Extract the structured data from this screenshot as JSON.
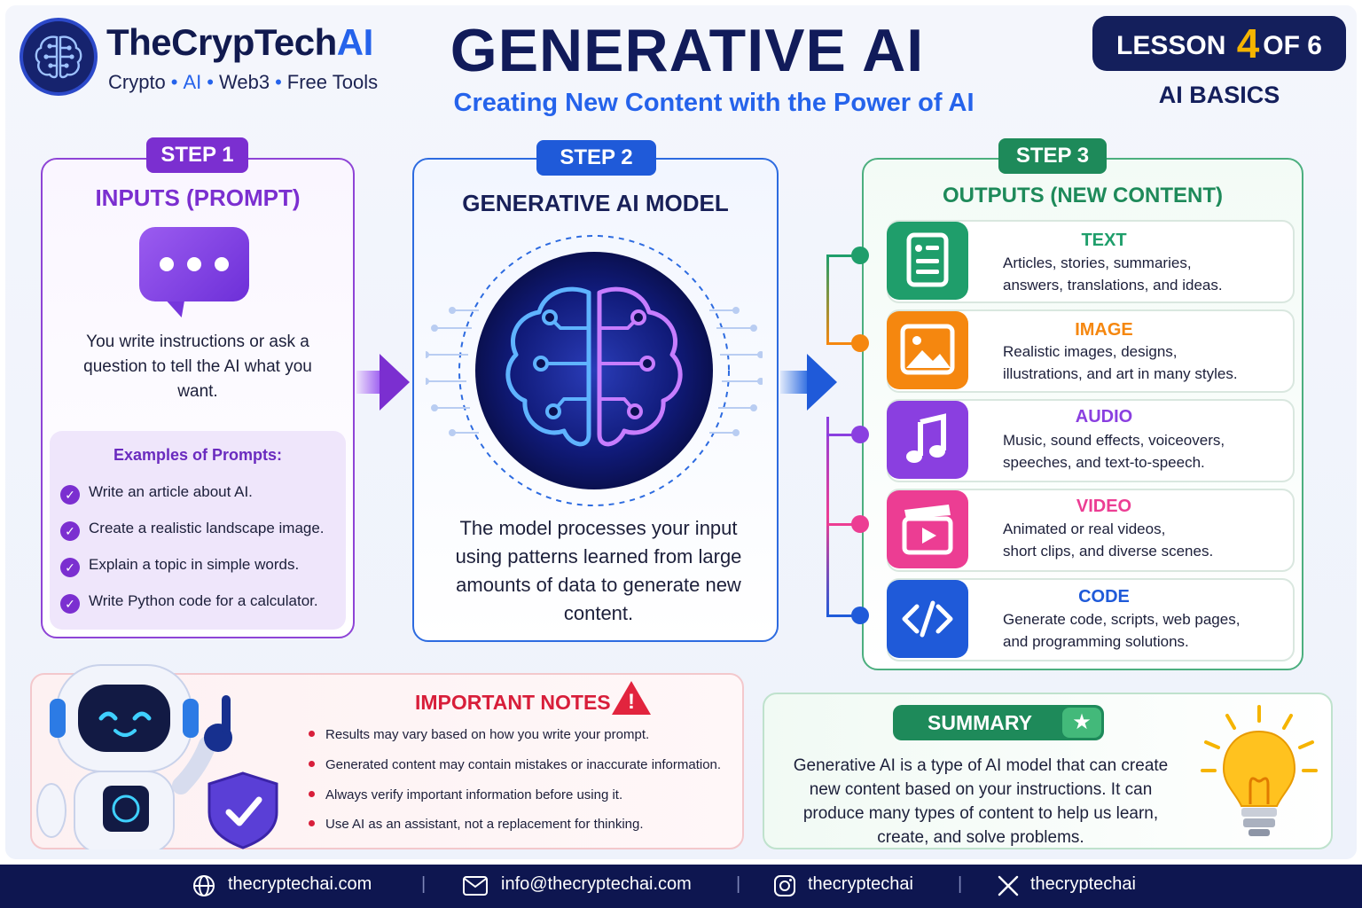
{
  "brand": {
    "name_part1": "TheCrypTech",
    "name_part2": "AI",
    "tagline": [
      "Crypto",
      "AI",
      "Web3",
      "Free Tools"
    ]
  },
  "title": "GENERATIVE AI",
  "subtitle": "Creating New Content with the Power of AI",
  "lesson": {
    "prefix": "LESSON",
    "number": "4",
    "suffix": "OF 6",
    "category": "AI BASICS"
  },
  "step1": {
    "badge": "STEP 1",
    "heading": "INPUTS (PROMPT)",
    "icon": "chat-bubble-icon",
    "description": "You write instructions or ask a question to tell the AI what you want.",
    "examples_title": "Examples of Prompts:",
    "examples": [
      "Write an article about AI.",
      "Create a realistic landscape image.",
      "Explain a topic in simple words.",
      "Write Python code for a calculator."
    ]
  },
  "step2": {
    "badge": "STEP 2",
    "heading": "GENERATIVE AI MODEL",
    "icon": "brain-circuit-icon",
    "description": "The model processes your input using patterns learned from large amounts of data to generate new content."
  },
  "step3": {
    "badge": "STEP 3",
    "heading": "OUTPUTS (NEW CONTENT)",
    "outputs": [
      {
        "title": "TEXT",
        "line1": "Articles, stories, summaries,",
        "line2": "answers, translations, and ideas.",
        "icon": "document-icon",
        "color": "#1f9e6b"
      },
      {
        "title": "IMAGE",
        "line1": "Realistic images, designs,",
        "line2": "illustrations, and art in many styles.",
        "icon": "image-icon",
        "color": "#f5870f"
      },
      {
        "title": "AUDIO",
        "line1": "Music, sound effects, voiceovers,",
        "line2": "speeches, and text-to-speech.",
        "icon": "music-note-icon",
        "color": "#8a3fe0"
      },
      {
        "title": "VIDEO",
        "line1": "Animated or real videos,",
        "line2": "short clips, and diverse scenes.",
        "icon": "video-clapper-icon",
        "color": "#ec3d93"
      },
      {
        "title": "CODE",
        "line1": "Generate code, scripts, web pages,",
        "line2": "and programming solutions.",
        "icon": "code-brackets-icon",
        "color": "#1f5ad9"
      }
    ]
  },
  "notes": {
    "title": "IMPORTANT NOTES",
    "items": [
      "Results may vary based on how you write your prompt.",
      "Generated content may contain mistakes or inaccurate information.",
      "Always verify important information before using it.",
      "Use AI as an assistant, not a replacement for thinking."
    ]
  },
  "summary": {
    "title": "SUMMARY",
    "text": "Generative AI is a type of AI model that can create new content based on your instructions. It can produce many types of content to help us learn, create, and solve problems."
  },
  "footer": {
    "website": "thecryptechai.com",
    "email": "info@thecryptechai.com",
    "instagram": "thecryptechai",
    "x": "thecryptechai"
  },
  "colors": {
    "navy": "#141f5c",
    "purple": "#7b2fd0",
    "blue": "#1f5ad9",
    "green": "#1e8a5a",
    "red": "#d81e3a"
  }
}
